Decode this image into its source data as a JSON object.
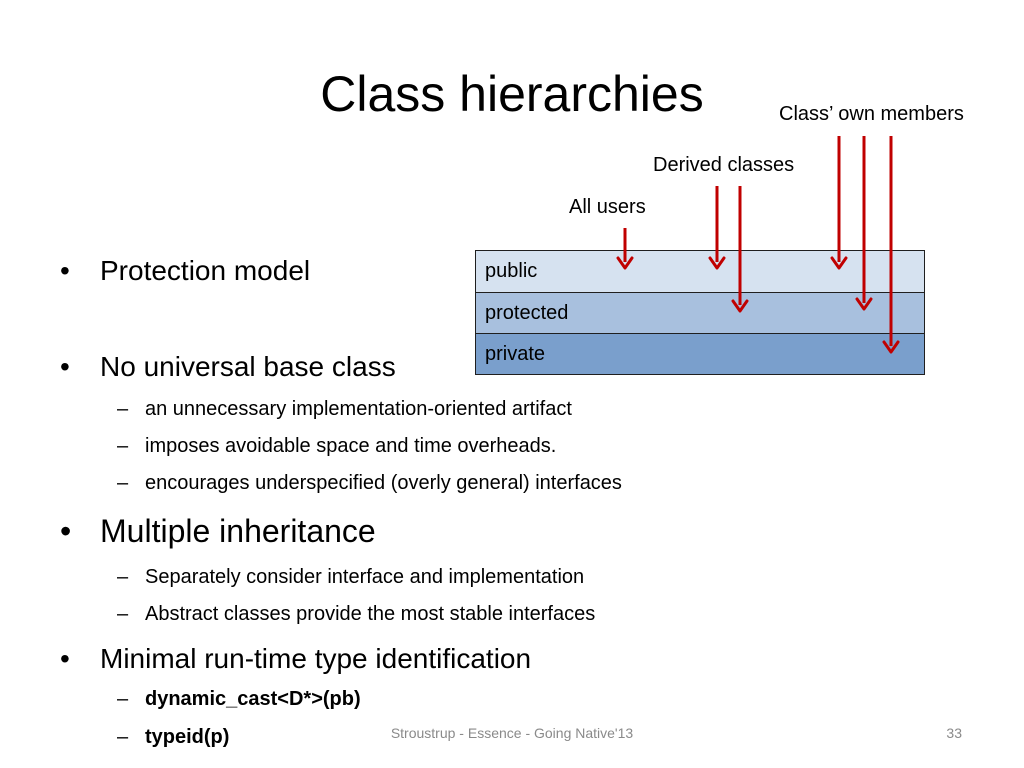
{
  "title": "Class hierarchies",
  "callouts": {
    "own_members": "Class’ own members",
    "derived": "Derived classes",
    "all_users": "All users"
  },
  "table_rows": [
    "public",
    "protected",
    "private"
  ],
  "colors": {
    "arrow": "#c00000",
    "public_row": "#d6e2f0",
    "protected_row": "#a8c0de",
    "private_row": "#7a9fcc"
  },
  "bullets": [
    {
      "text": "Protection model",
      "subs": []
    },
    {
      "text": "No universal base class",
      "subs": [
        "an unnecessary implementation-oriented artifact",
        "imposes avoidable space and time overheads.",
        "encourages underspecified (overly general) interfaces"
      ]
    },
    {
      "text": "Multiple inheritance",
      "subs": [
        "Separately consider interface and implementation",
        "Abstract classes provide the most stable interfaces"
      ]
    },
    {
      "text": "Minimal run-time type identification",
      "subs": [
        "dynamic_cast<D*>(pb)",
        "typeid(p)"
      ]
    }
  ],
  "bullet_glyph": "•",
  "dash_glyph": "–",
  "footer": {
    "text": "Stroustrup - Essence - Going Native'13",
    "page_number": "33"
  }
}
